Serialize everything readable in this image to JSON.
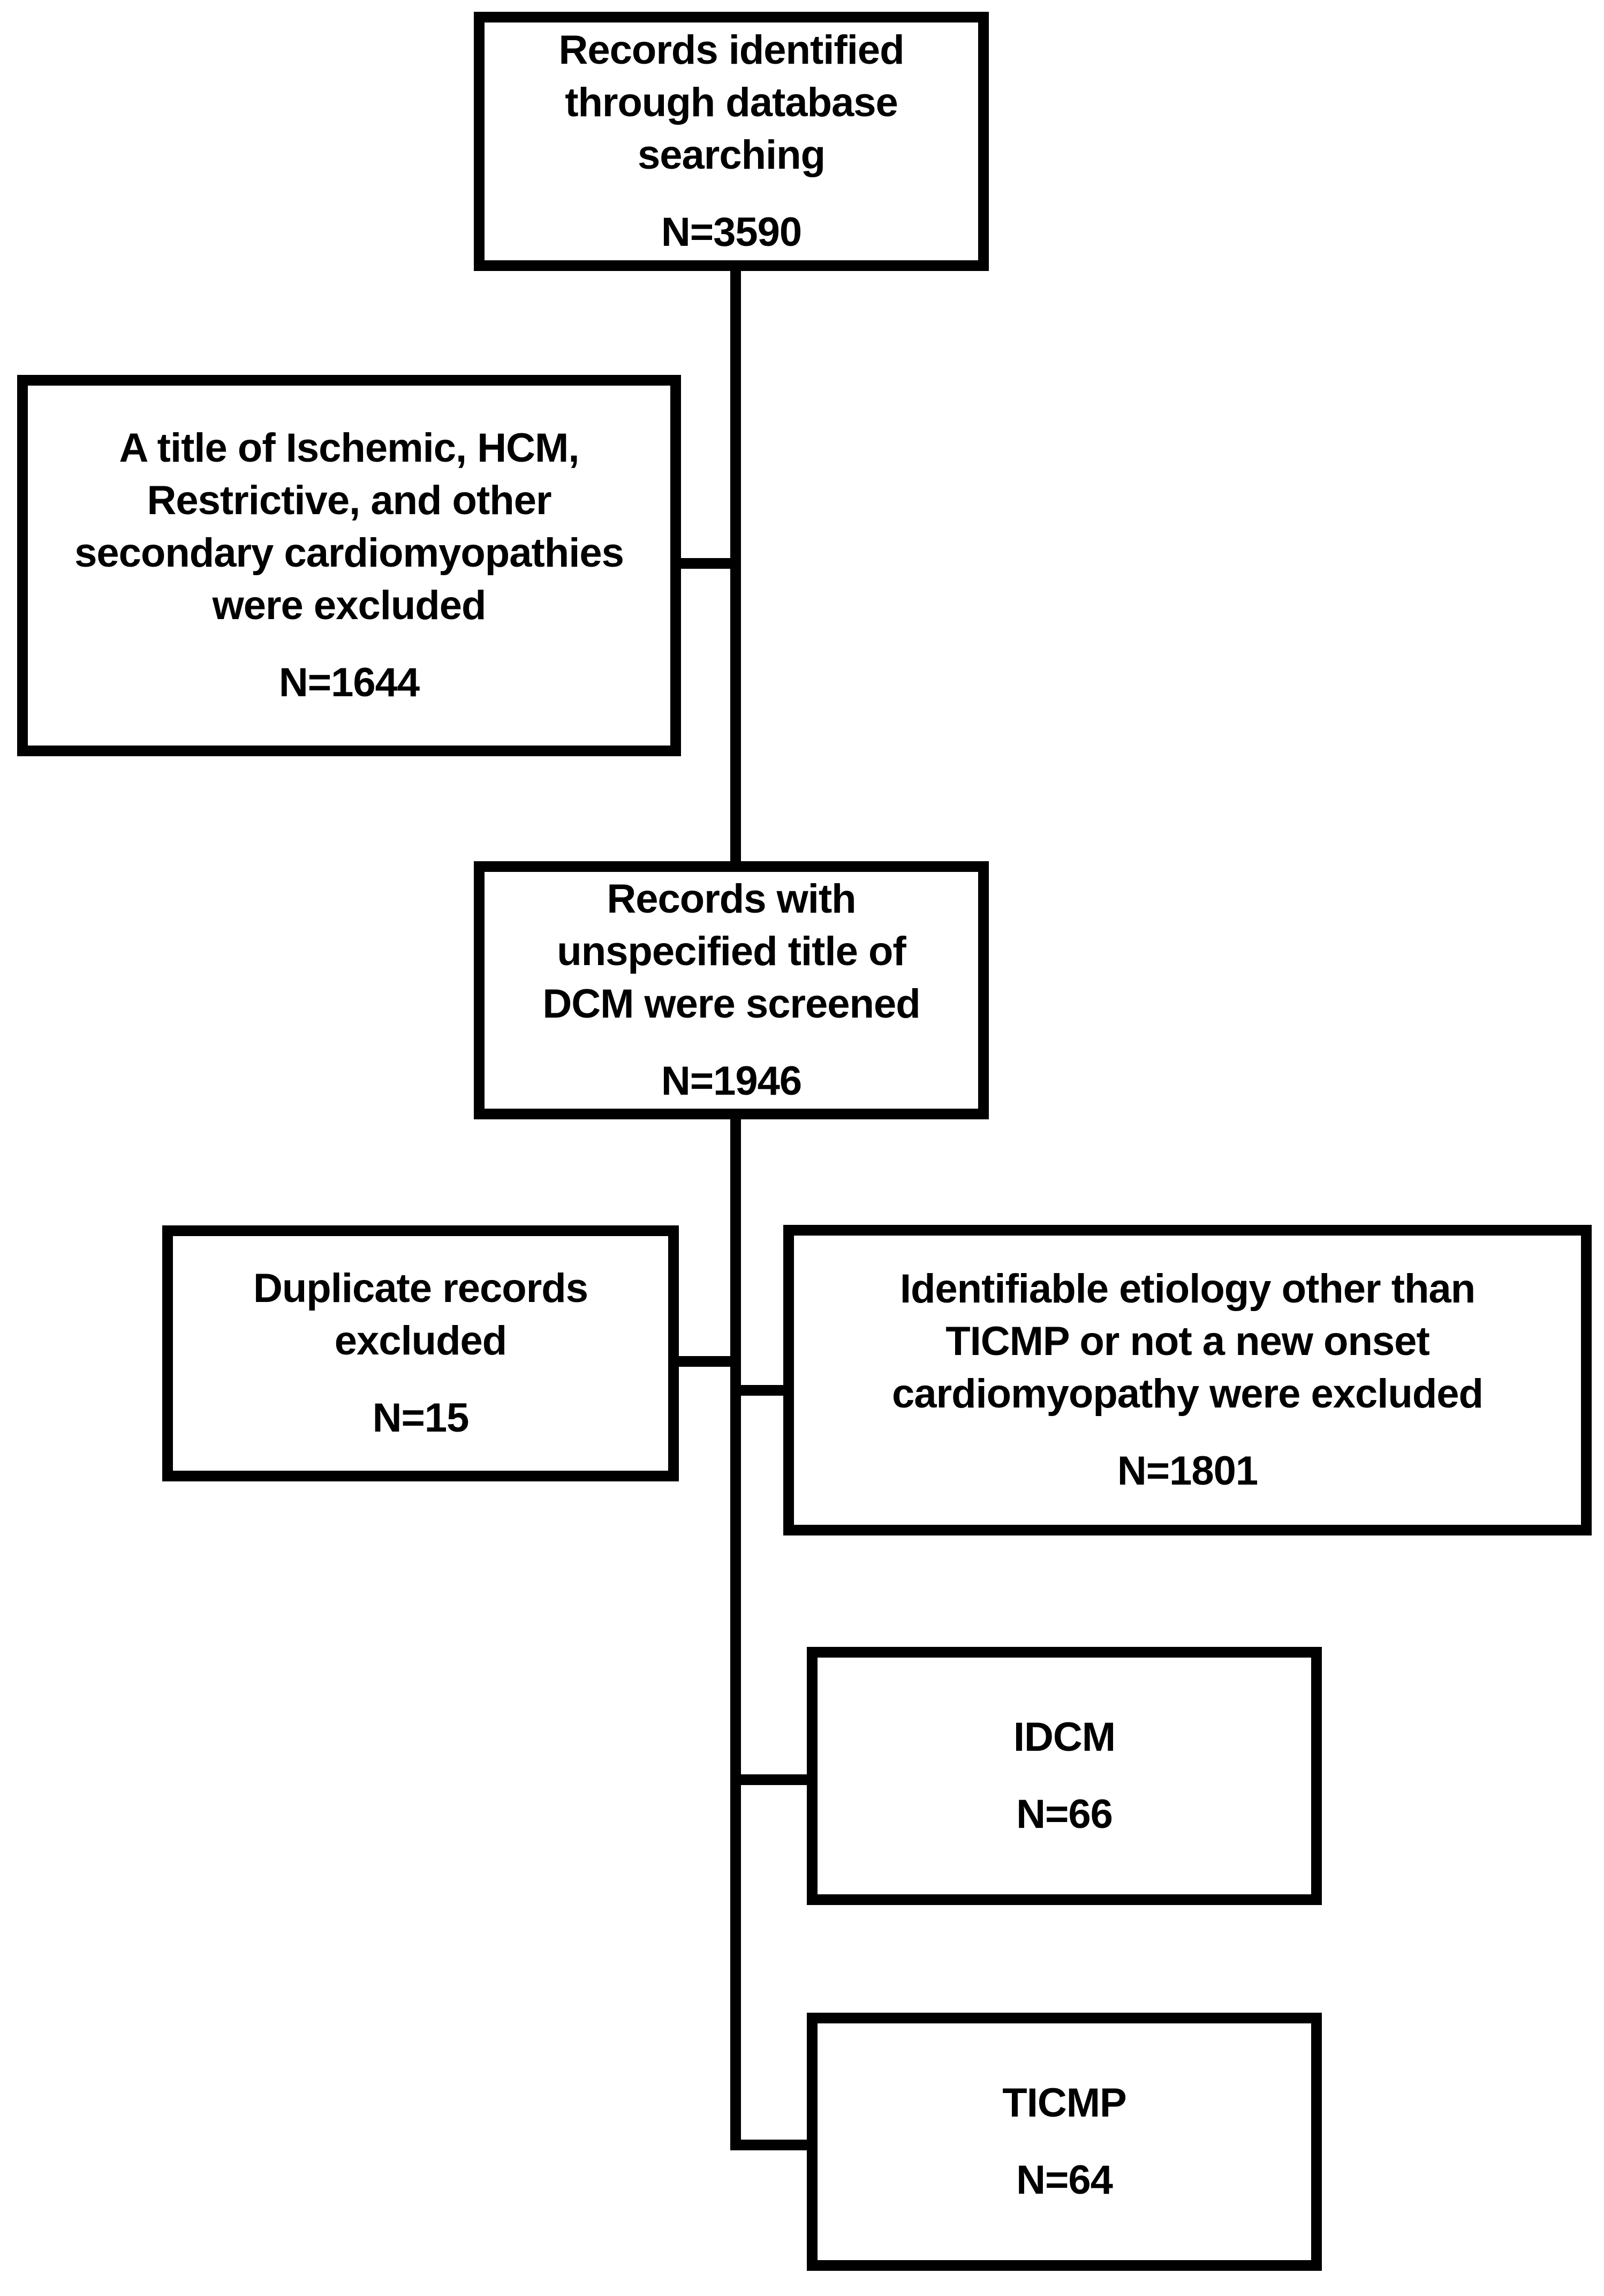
{
  "page": {
    "background_color": "#ffffff",
    "line_color": "#000000",
    "text_color": "#000000"
  },
  "diagram": {
    "type": "study-flowchart",
    "nodes": [
      {
        "id": "records-identified",
        "title": "Records identified\nthrough database\nsearching",
        "count": "N=3590"
      },
      {
        "id": "title-excluded",
        "title": "A title of Ischemic, HCM,\nRestrictive, and other\nsecondary cardiomyopathies\nwere excluded",
        "count": "N=1644"
      },
      {
        "id": "records-screened",
        "title": "Records with\nunspecified title of\nDCM were screened",
        "count": "N=1946"
      },
      {
        "id": "duplicates-excluded",
        "title": "Duplicate records\nexcluded",
        "count": "N=15"
      },
      {
        "id": "etiology-excluded",
        "title": "Identifiable etiology other than\nTICMP or not a new onset\ncardiomyopathy were excluded",
        "count": "N=1801"
      },
      {
        "id": "idcm",
        "title": "IDCM",
        "count": "N=66"
      },
      {
        "id": "ticmp",
        "title": "TICMP",
        "count": "N=64"
      }
    ]
  }
}
